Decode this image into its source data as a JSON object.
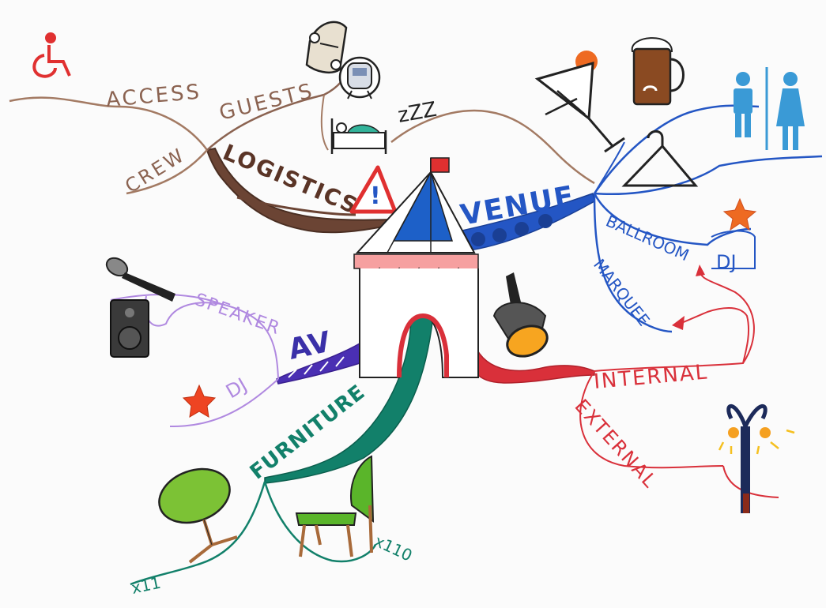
{
  "colors": {
    "logistics": "#6b4434",
    "logistics_light": "#a37a63",
    "venue": "#2456c4",
    "av": "#6a3fc7",
    "av_light": "#b089e0",
    "furniture": "#12806a",
    "lighting": "#d9303a",
    "tent_roof": "#1d60c8",
    "flag": "#e03030",
    "star": "#ee4422"
  },
  "labels": {
    "access": "ACCESS",
    "guests": "GUESTS",
    "crew": "CREW",
    "logistics": "LOGISTICS",
    "zzz": "zZZ",
    "venue": "VENUE",
    "ballroom": "BALLROOM",
    "dj_venue": "DJ",
    "marquee": "MARQUEE",
    "internal": "INTERNAL",
    "external": "EXTERNAL",
    "av": "AV",
    "speaker": "SPEAKER",
    "dj_av": "DJ",
    "furniture": "FURNITURE",
    "tables_qty": "x11",
    "chairs_qty": "x110"
  },
  "icons": {
    "wheelchair": "wheelchair-icon",
    "car": "car-icon",
    "train": "train-icon",
    "bed": "bed-icon",
    "warning": "warning-icon",
    "cocktail": "cocktail-icon",
    "beer": "beer-mug-icon",
    "toilets": "toilets-icon",
    "hanger": "hanger-icon",
    "microphone": "microphone-icon",
    "speaker": "speaker-icon",
    "spotlight": "spotlight-icon",
    "street_lamp": "street-lamp-icon",
    "table": "table-icon",
    "chair": "chair-icon",
    "star": "star-icon",
    "tent": "tent-icon"
  }
}
